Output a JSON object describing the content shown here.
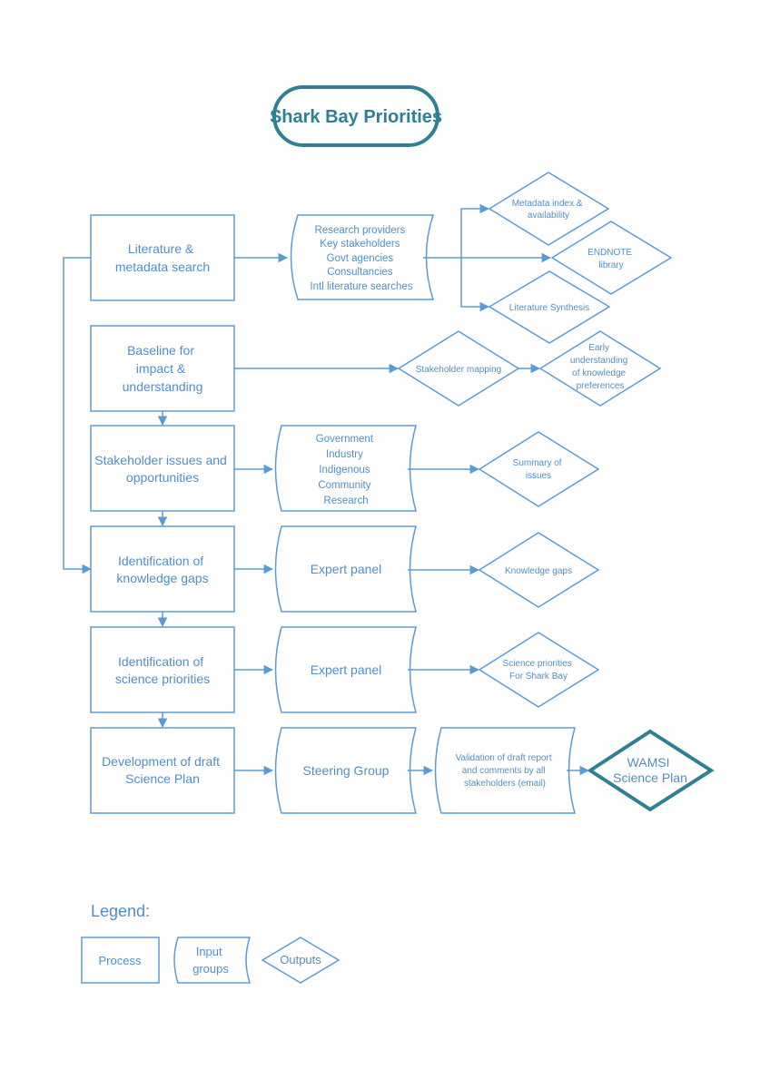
{
  "title": "Shark Bay Priorities",
  "processes": [
    {
      "id": "p1",
      "lines": [
        "Literature &",
        "metadata search"
      ]
    },
    {
      "id": "p2",
      "lines": [
        "Baseline for",
        "impact &",
        "understanding"
      ]
    },
    {
      "id": "p3",
      "lines": [
        "Stakeholder issues and",
        "opportunities"
      ]
    },
    {
      "id": "p4",
      "lines": [
        "Identification of",
        "knowledge gaps"
      ]
    },
    {
      "id": "p5",
      "lines": [
        "Identification of",
        "science priorities"
      ]
    },
    {
      "id": "p6",
      "lines": [
        "Development of draft",
        "Science Plan"
      ]
    }
  ],
  "inputs": [
    {
      "id": "i1",
      "lines": [
        "Research providers",
        "Key stakeholders",
        "Govt agencies",
        "Consultancies",
        "Intl literature searches"
      ]
    },
    {
      "id": "i3",
      "lines": [
        "Government",
        "Industry",
        "Indigenous",
        "Community",
        "Research"
      ]
    },
    {
      "id": "i4",
      "lines": [
        "Expert panel"
      ]
    },
    {
      "id": "i5",
      "lines": [
        "Expert panel"
      ]
    },
    {
      "id": "i6",
      "lines": [
        "Steering Group"
      ]
    },
    {
      "id": "i7",
      "lines": [
        "Validation of draft report",
        "and comments by all",
        "stakeholders (email)"
      ]
    }
  ],
  "outputs": [
    {
      "id": "o1",
      "lines": [
        "Metadata  index &",
        "availability"
      ]
    },
    {
      "id": "o2",
      "lines": [
        "ENDNOTE",
        "library"
      ]
    },
    {
      "id": "o3",
      "lines": [
        "Literature Synthesis"
      ]
    },
    {
      "id": "o4",
      "lines": [
        "Stakeholder mapping"
      ]
    },
    {
      "id": "o5",
      "lines": [
        "Early",
        "understanding",
        "of knowledge",
        "preferences"
      ]
    },
    {
      "id": "o6",
      "lines": [
        "Summary of",
        "issues"
      ]
    },
    {
      "id": "o7",
      "lines": [
        "Knowledge gaps"
      ]
    },
    {
      "id": "o8",
      "lines": [
        "Science priorities",
        "For Shark Bay"
      ]
    }
  ],
  "final": {
    "lines": [
      "WAMSI",
      "Science Plan"
    ]
  },
  "legend": {
    "heading": "Legend:",
    "process": "Process",
    "input_lines": [
      "Input",
      "groups"
    ],
    "output": "Outputs"
  },
  "colors": {
    "accent": "#5b9bd5",
    "title": "#2f7f95",
    "text": "#4f8fc9"
  }
}
